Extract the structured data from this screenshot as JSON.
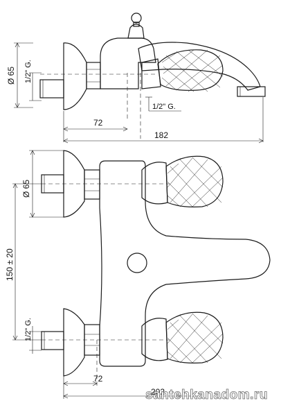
{
  "top_view": {
    "dim_diameter": "Ø 65",
    "dim_thread_left": "1/2\" G.",
    "dim_thread_spout": "1/2\" G.",
    "dim_72": "72",
    "dim_182": "182"
  },
  "front_view": {
    "dim_diameter": "Ø 65",
    "dim_thread_left": "1/2\" G.",
    "dim_center_distance": "150 ± 20",
    "dim_72": "72",
    "dim_overall_partial": "202"
  },
  "watermark": "santehkanadom.ru",
  "colors": {
    "line": "#1a1a1a",
    "dimension": "#333333",
    "body_fill": "#ffffff",
    "watermark_stroke": "#6b6b6b"
  }
}
